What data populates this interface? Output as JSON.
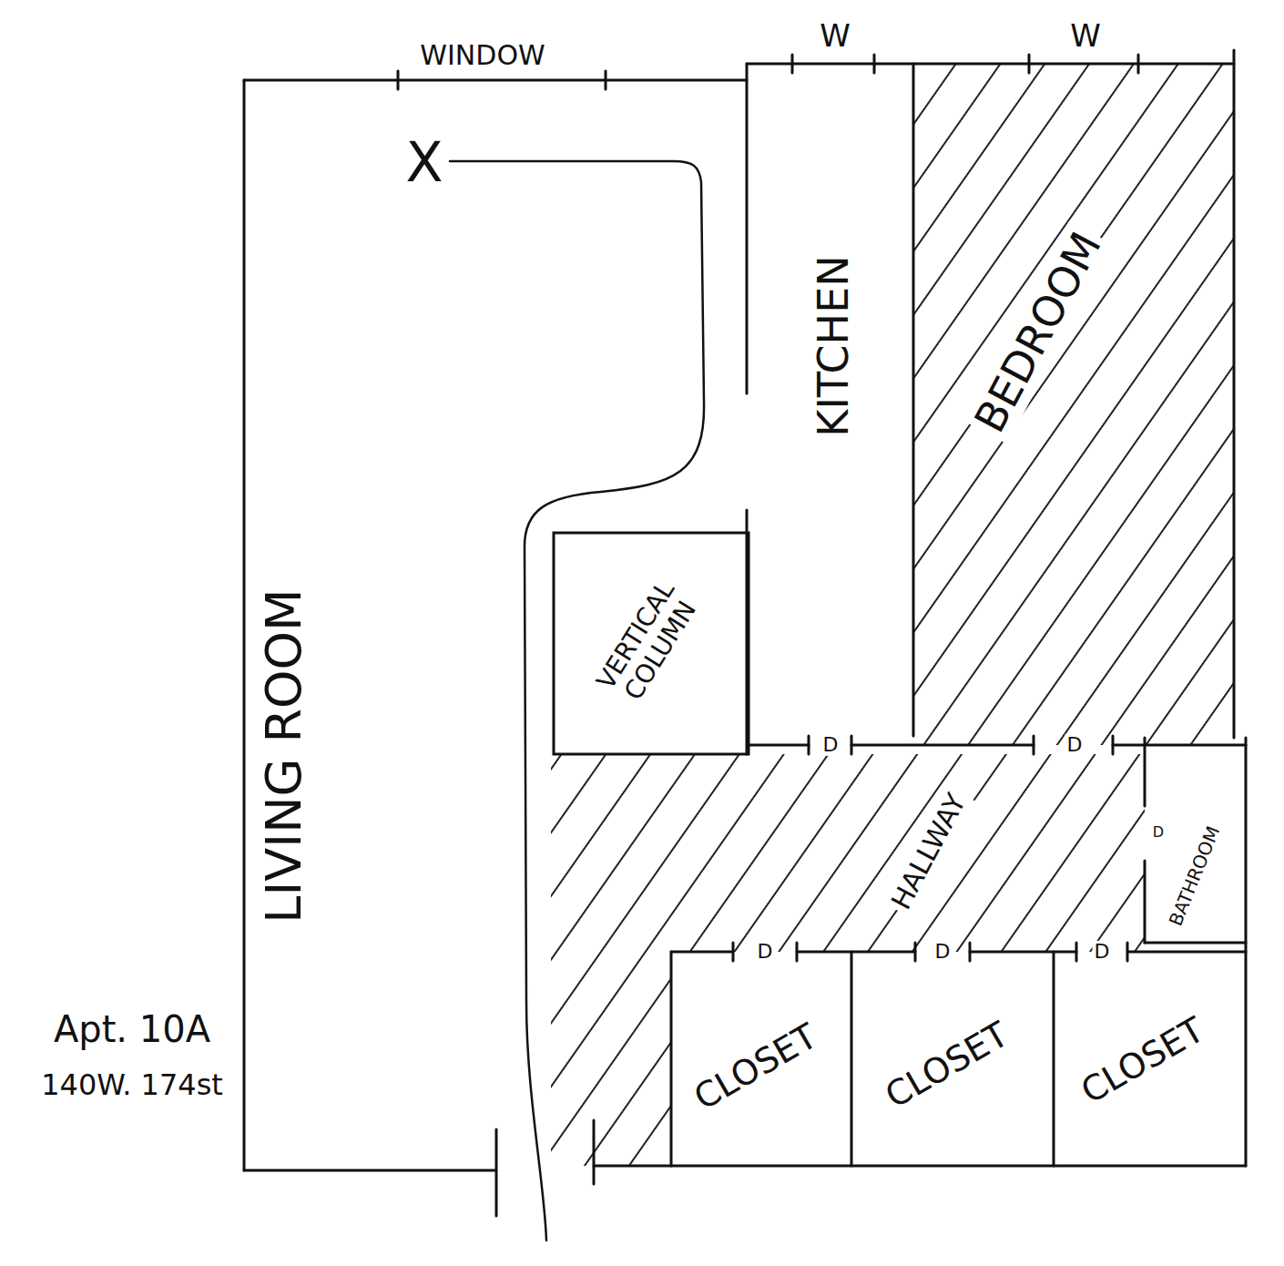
{
  "diagram": {
    "nodes": [
      {
        "text": [
          "LIVING ROOM"
        ]
      },
      {
        "text": [
          "KITCHEN"
        ]
      },
      {
        "text": [
          "BEDROOM"
        ]
      },
      {
        "text": [
          "VERTICAL COLUMN"
        ]
      },
      {
        "text": [
          "HALLWAY"
        ]
      },
      {
        "text": [
          "BATHROOM"
        ]
      },
      {
        "text": [
          "CLOSET"
        ]
      },
      {
        "text": [
          "CLOSET"
        ]
      },
      {
        "text": [
          "CLOSET"
        ]
      }
    ],
    "labels": [
      "WINDOW",
      "W",
      "W",
      "X",
      "D",
      "D",
      "D",
      "D",
      "D",
      "D",
      "Apt. 10A",
      "140W. 174st"
    ]
  }
}
